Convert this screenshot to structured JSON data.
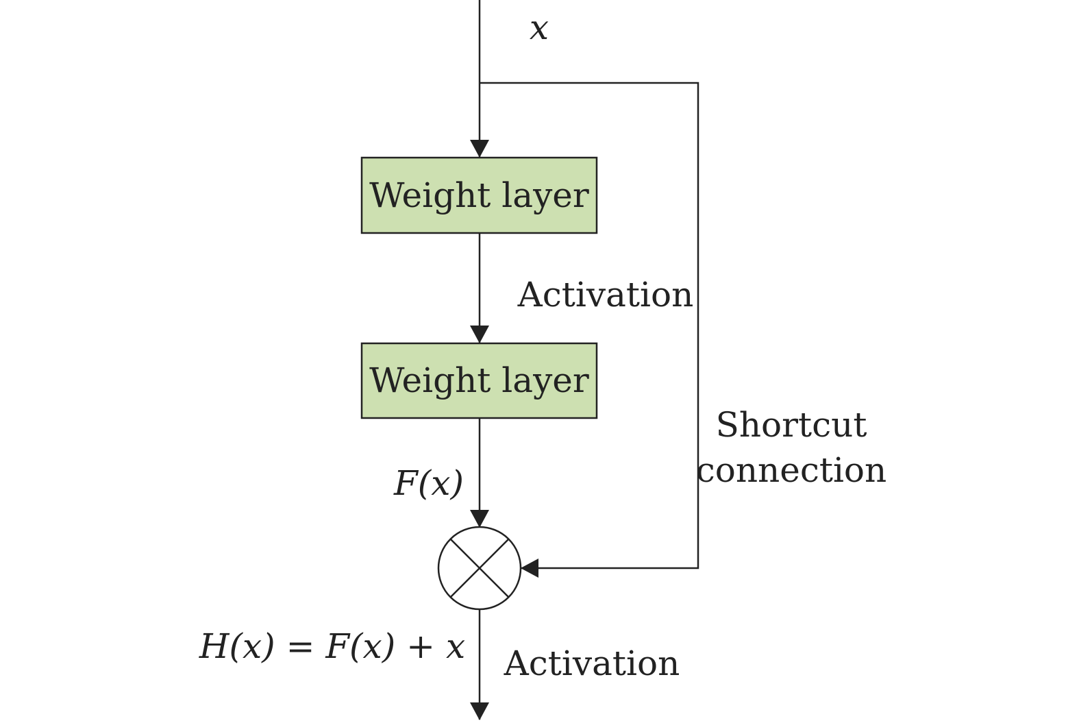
{
  "input_label": "x",
  "layers": [
    {
      "label": "Weight layer"
    },
    {
      "label": "Weight layer"
    }
  ],
  "activation_1": "Activation",
  "shortcut_label": {
    "line1": "Shortcut",
    "line2": "connection"
  },
  "fx_label": "F(x)",
  "output_equation": "H(x) = F(x) + x",
  "activation_2": "Activation",
  "colors": {
    "layer_fill": "#cde0b1",
    "stroke": "#222222",
    "text": "#222222"
  }
}
